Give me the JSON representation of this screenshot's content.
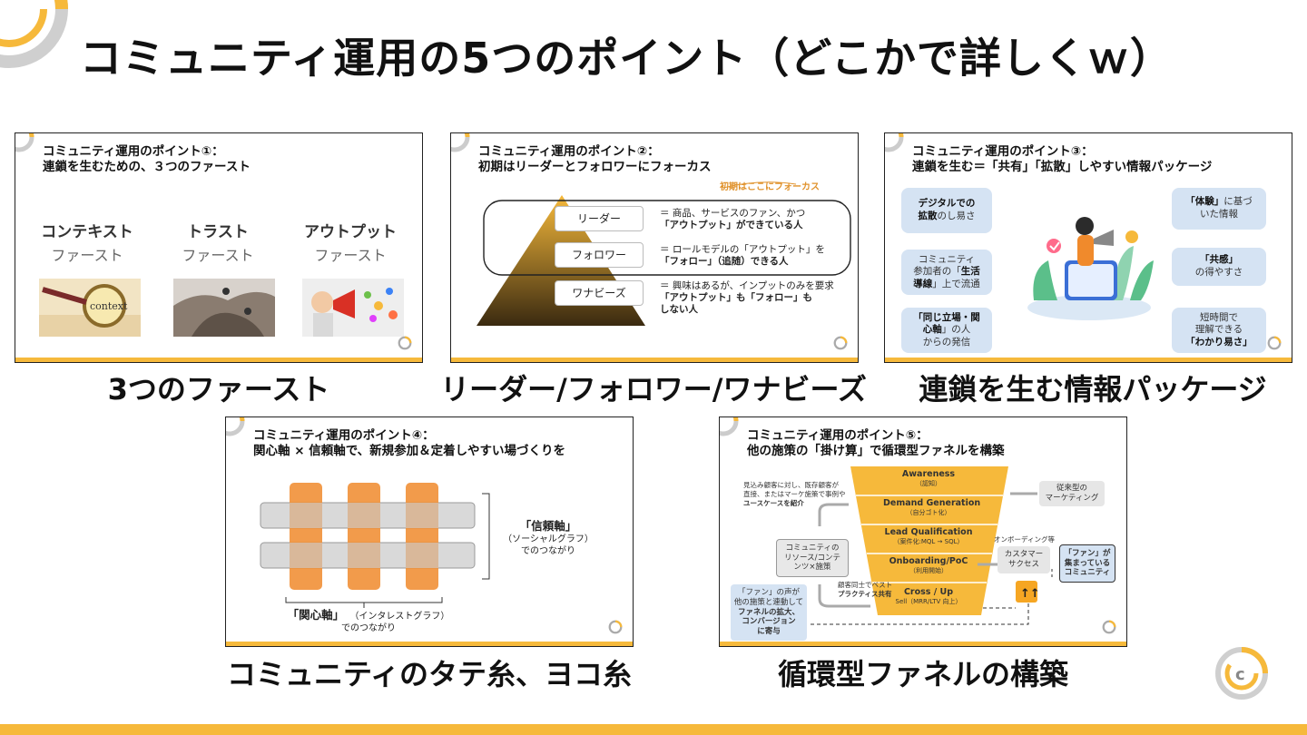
{
  "title": "コミュニティ運用の5つのポイント（どこかで詳しくｗ）",
  "colors": {
    "accent": "#f6b93b",
    "orange": "#f08a2c",
    "blue_bubble": "#d5e3f3",
    "gray": "#999999"
  },
  "slides": {
    "s1": {
      "title_line1": "コミュニティ運用のポイント①：",
      "title_line2": "連鎖を生むための、３つのファースト",
      "cols": [
        {
          "w1": "コンテキスト",
          "w2": "ファースト",
          "image_icon": "context-magnifier-photo"
        },
        {
          "w1": "トラスト",
          "w2": "ファースト",
          "image_icon": "trust-climb-photo"
        },
        {
          "w1": "アウトプット",
          "w2": "ファースト",
          "image_icon": "megaphone-kid-photo"
        }
      ],
      "caption": "3つのファースト"
    },
    "s2": {
      "title_line1": "コミュニティ運用のポイント②：",
      "title_line2": "初期はリーダーとフォロワーにフォーカス",
      "note": "初期はここにフォーカス",
      "rows": [
        {
          "label": "リーダー",
          "desc1": "＝ 商品、サービスのファン、かつ",
          "desc2": "「アウトプット」ができている人",
          "desc3": ""
        },
        {
          "label": "フォロワー",
          "desc1": "＝ ロールモデルの「アウトプット」を",
          "desc2": "「フォロー」（追随）できる人",
          "desc3": ""
        },
        {
          "label": "ワナビーズ",
          "desc1": "＝ 興味はあるが、インプットのみを要求",
          "desc2": "「アウトプット」も「フォロー」も",
          "desc3": "しない人"
        }
      ],
      "caption": "リーダー/フォロワー/ワナビーズ"
    },
    "s3": {
      "title_line1": "コミュニティ運用のポイント③：",
      "title_line2": "連鎖を生む＝「共有」「拡散」しやすい情報パッケージ",
      "bubbles": {
        "b1a": "デジタルでの",
        "b1b": "拡散",
        "b1c": "のし易さ",
        "b2a": "コミュニティ",
        "b2b": "参加者の「",
        "b2c": "生活",
        "b2d": "導線",
        "b2e": "」上で流通",
        "b3a": "「同じ立場・関",
        "b3b": "心軸",
        "b3c": "」の人",
        "b3d": "からの発信",
        "b4a": "「体験」",
        "b4b": "に基づ",
        "b4c": "いた情報",
        "b5a": "「共感」",
        "b5b": "の得やすさ",
        "b6a": "短時間で",
        "b6b": "理解できる",
        "b6c": "「わかり易さ」"
      },
      "illustration_icon": "woman-megaphone-illustration",
      "caption": "連鎖を生む情報パッケージ"
    },
    "s4": {
      "title_line1": "コミュニティ運用のポイント④：",
      "title_line2": "関心軸 × 信頼軸で、新規参加＆定着しやすい場づくりを",
      "trust_label": "「信頼軸」",
      "trust_sub1": "（ソーシャルグラフ）",
      "trust_sub2": "でのつながり",
      "interest_label": "「関心軸」",
      "interest_sub1": "（インタレストグラフ）",
      "interest_sub2": "でのつながり",
      "caption": "コミュニティのタテ糸、ヨコ糸"
    },
    "s5": {
      "title_line1": "コミュニティ運用のポイント⑤：",
      "title_line2": "他の施策の「掛け算」で循環型ファネルを構築",
      "stages": [
        {
          "name": "Awareness",
          "sub": "（認知）"
        },
        {
          "name": "Demand Generation",
          "sub": "（自分ゴト化）"
        },
        {
          "name": "Lead Qualification",
          "sub": "（案件化:MQL → SQL）"
        },
        {
          "name": "Onboarding/PoC",
          "sub": "（利用開始）"
        },
        {
          "name": "Cross / Up",
          "sub": "Sell（MRR/LTV 向上）"
        }
      ],
      "left_note1": "見込み顧客に対し、既存顧客が",
      "left_note2": "直接、またはマーケ施策で事例や",
      "left_note3": "ユースケースを紹介",
      "community_box1": "コミュニティの",
      "community_box2": "リソース/コンテ",
      "community_box3": "ンツ×施策",
      "fan_box1": "「ファン」の声が",
      "fan_box2": "他の施策と連動して",
      "fan_box3": "ファネルの拡大、",
      "fan_box4": "コンバージョン",
      "fan_box5": "に寄与",
      "peer_note1": "顧客同士でベスト",
      "peer_note2": "プラクティス共有",
      "marketing_box1": "従来型の",
      "marketing_box2": "マーケティング",
      "onboarding_note": "オンボーディング等",
      "cs_box1": "カスタマー",
      "cs_box2": "サクセス",
      "fan_collect1": "「ファン」が",
      "fan_collect2": "集まっている",
      "fan_collect3": "コミュニティ",
      "caption": "循環型ファネルの構築"
    }
  }
}
